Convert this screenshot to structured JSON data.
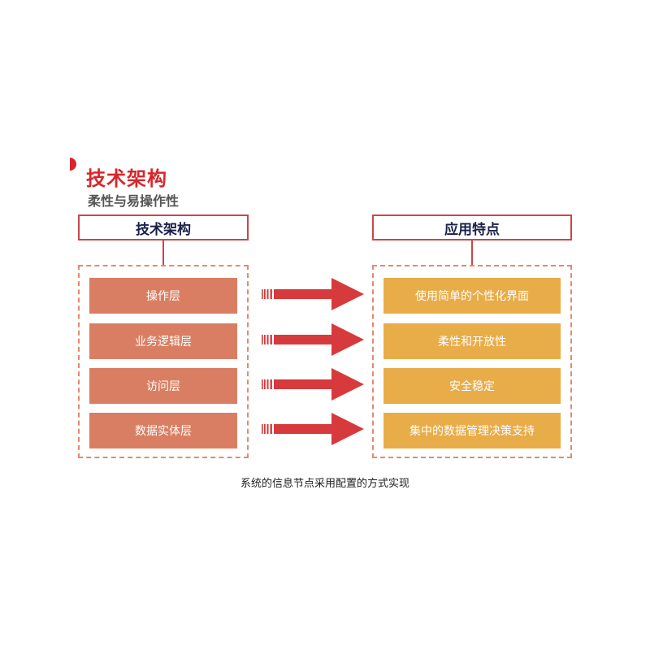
{
  "header": {
    "title": "技术架构",
    "subtitle": "柔性与易操作性"
  },
  "columns": {
    "left_header": "技术架构",
    "right_header": "应用特点"
  },
  "layers": [
    "操作层",
    "业务逻辑层",
    "访问层",
    "数据实体层"
  ],
  "features": [
    "使用简单的个性化界面",
    "柔性和开放性",
    "安全稳定",
    "集中的数据管理决策支持"
  ],
  "caption": "系统的信息节点采用配置的方式实现",
  "colors": {
    "title_red": "#d8262b",
    "arrow_red": "#d63a3c",
    "layer_box": "#d97e62",
    "feature_box": "#e8ac49",
    "border_red": "#c9474b",
    "dashed_border": "#e58a6c"
  }
}
